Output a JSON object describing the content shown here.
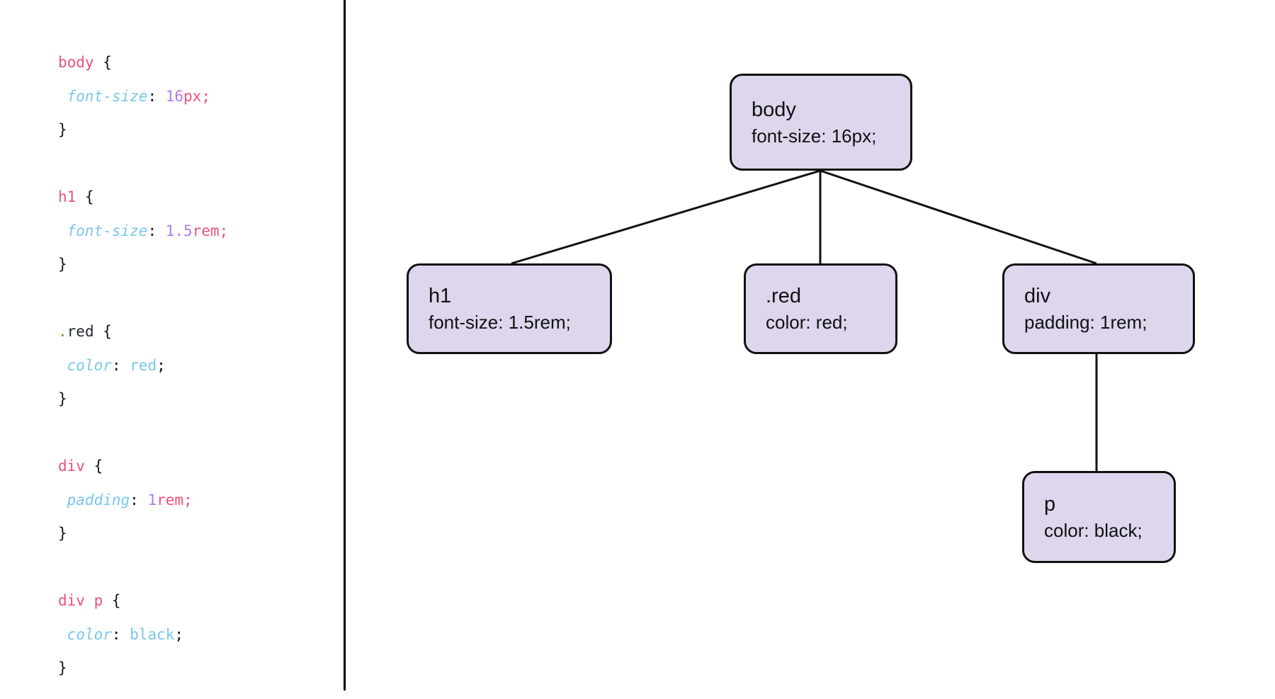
{
  "code_panel": {
    "language": "css",
    "lines": [
      {
        "type": "selector",
        "selector_kind": "element",
        "selector": "body",
        "brace": "{"
      },
      {
        "type": "declaration",
        "property": "font-size",
        "colon": ":",
        "number": "16",
        "unit": "px",
        "semicolon": ";"
      },
      {
        "type": "close",
        "brace": "}"
      },
      {
        "type": "blank"
      },
      {
        "type": "selector",
        "selector_kind": "element",
        "selector": "h1",
        "brace": "{"
      },
      {
        "type": "declaration",
        "property": "font-size",
        "colon": ":",
        "number": "1.5",
        "unit": "rem",
        "semicolon": ";"
      },
      {
        "type": "close",
        "brace": "}"
      },
      {
        "type": "blank"
      },
      {
        "type": "selector",
        "selector_kind": "class",
        "dot": ".",
        "selector": "red",
        "brace": "{"
      },
      {
        "type": "declaration",
        "property": "color",
        "colon": ":",
        "keyword": "red",
        "semicolon": ";"
      },
      {
        "type": "close",
        "brace": "}"
      },
      {
        "type": "blank"
      },
      {
        "type": "selector",
        "selector_kind": "element",
        "selector": "div",
        "brace": "{"
      },
      {
        "type": "declaration",
        "property": "padding",
        "colon": ":",
        "number": "1",
        "unit": "rem",
        "semicolon": ";"
      },
      {
        "type": "close",
        "brace": "}"
      },
      {
        "type": "blank"
      },
      {
        "type": "selector",
        "selector_kind": "element",
        "selector": "div p",
        "brace": "{"
      },
      {
        "type": "declaration",
        "property": "color",
        "colon": ":",
        "keyword": "black",
        "semicolon": ";"
      },
      {
        "type": "close",
        "brace": "}"
      }
    ],
    "syntax_colors": {
      "element_selector": "#e8537a",
      "class_dot": "#5a9e3a",
      "class_name": "#1b2430",
      "brace": "#101418",
      "property": "#79c7e8",
      "number": "#b07ce8",
      "unit": "#f0507a",
      "keyword_value": "#79c7e8"
    }
  },
  "diagram": {
    "type": "tree",
    "node_fill": "#ddd6ec",
    "node_border": "#111111",
    "edge_color": "#111111",
    "nodes": [
      {
        "id": "body",
        "title": "body",
        "declaration": "font-size: 16px;"
      },
      {
        "id": "h1",
        "title": "h1",
        "declaration": "font-size: 1.5rem;"
      },
      {
        "id": "red",
        "title": ".red",
        "declaration": "color: red;"
      },
      {
        "id": "div",
        "title": "div",
        "declaration": "padding: 1rem;"
      },
      {
        "id": "p",
        "title": "p",
        "declaration": "color: black;"
      }
    ],
    "edges": [
      {
        "from": "body",
        "to": "h1"
      },
      {
        "from": "body",
        "to": "red"
      },
      {
        "from": "body",
        "to": "div"
      },
      {
        "from": "div",
        "to": "p"
      }
    ]
  }
}
